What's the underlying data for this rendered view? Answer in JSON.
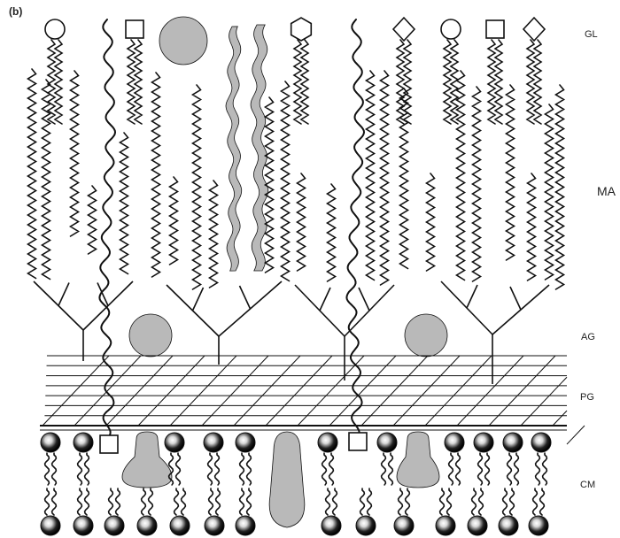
{
  "panel_label": "(b)",
  "layers": [
    {
      "id": "GL",
      "label": "GL"
    },
    {
      "id": "MA",
      "label": "MA"
    },
    {
      "id": "AG",
      "label": "AG"
    },
    {
      "id": "PG",
      "label": "PG"
    },
    {
      "id": "CM",
      "label": "CM"
    }
  ],
  "colors": {
    "line": "#111111",
    "grey_shape": "#b9b9b9",
    "head_dark": "#111111",
    "background": "#ffffff"
  },
  "glycolipid_heads": [
    "circle",
    "square",
    "hexagon",
    "diamond",
    "circle",
    "square",
    "diamond"
  ]
}
